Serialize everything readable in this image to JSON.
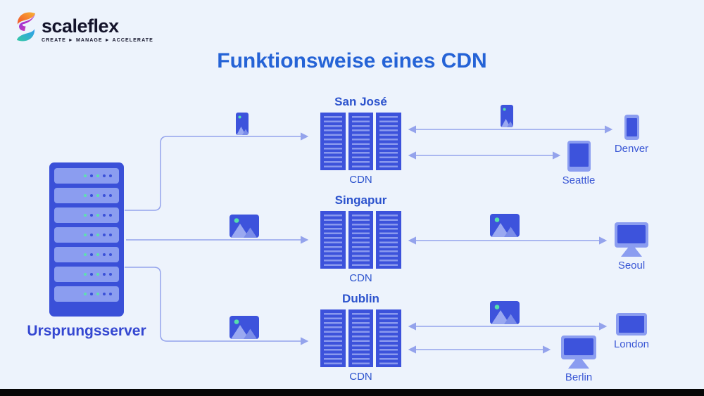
{
  "title": "Funktionsweise eines CDN",
  "logo": {
    "brand": "scaleflex",
    "tagline": "CREATE ► MANAGE ► ACCELERATE"
  },
  "origin": {
    "label": "Ursprungsserver"
  },
  "nodes": [
    {
      "city": "San José",
      "type_label": "CDN"
    },
    {
      "city": "Singapur",
      "type_label": "CDN"
    },
    {
      "city": "Dublin",
      "type_label": "CDN"
    }
  ],
  "devices": [
    {
      "name": "Denver",
      "icon": "smartphone-icon"
    },
    {
      "name": "Seattle",
      "icon": "tablet-icon"
    },
    {
      "name": "Seoul",
      "icon": "desktop-monitor-icon"
    },
    {
      "name": "London",
      "icon": "display-icon"
    },
    {
      "name": "Berlin",
      "icon": "desktop-monitor-icon"
    }
  ],
  "icons": {
    "media_landscape": "image-landscape-icon",
    "media_portrait": "image-portrait-icon",
    "logo_mark": "scaleflex-s-icon"
  },
  "colors": {
    "background": "#EDF3FC",
    "dark_blue": "#3C52DB",
    "periwinkle": "#8B9DF0",
    "wire": "#94A3EC",
    "title_blue": "#2563D6",
    "label_blue": "#2C53CD",
    "device_label_blue": "#3A57D5",
    "origin_label_blue": "#3447D1",
    "dot_green": "#5FE0AE",
    "brand_text": "#14142B",
    "footer_bar": "#060606"
  }
}
